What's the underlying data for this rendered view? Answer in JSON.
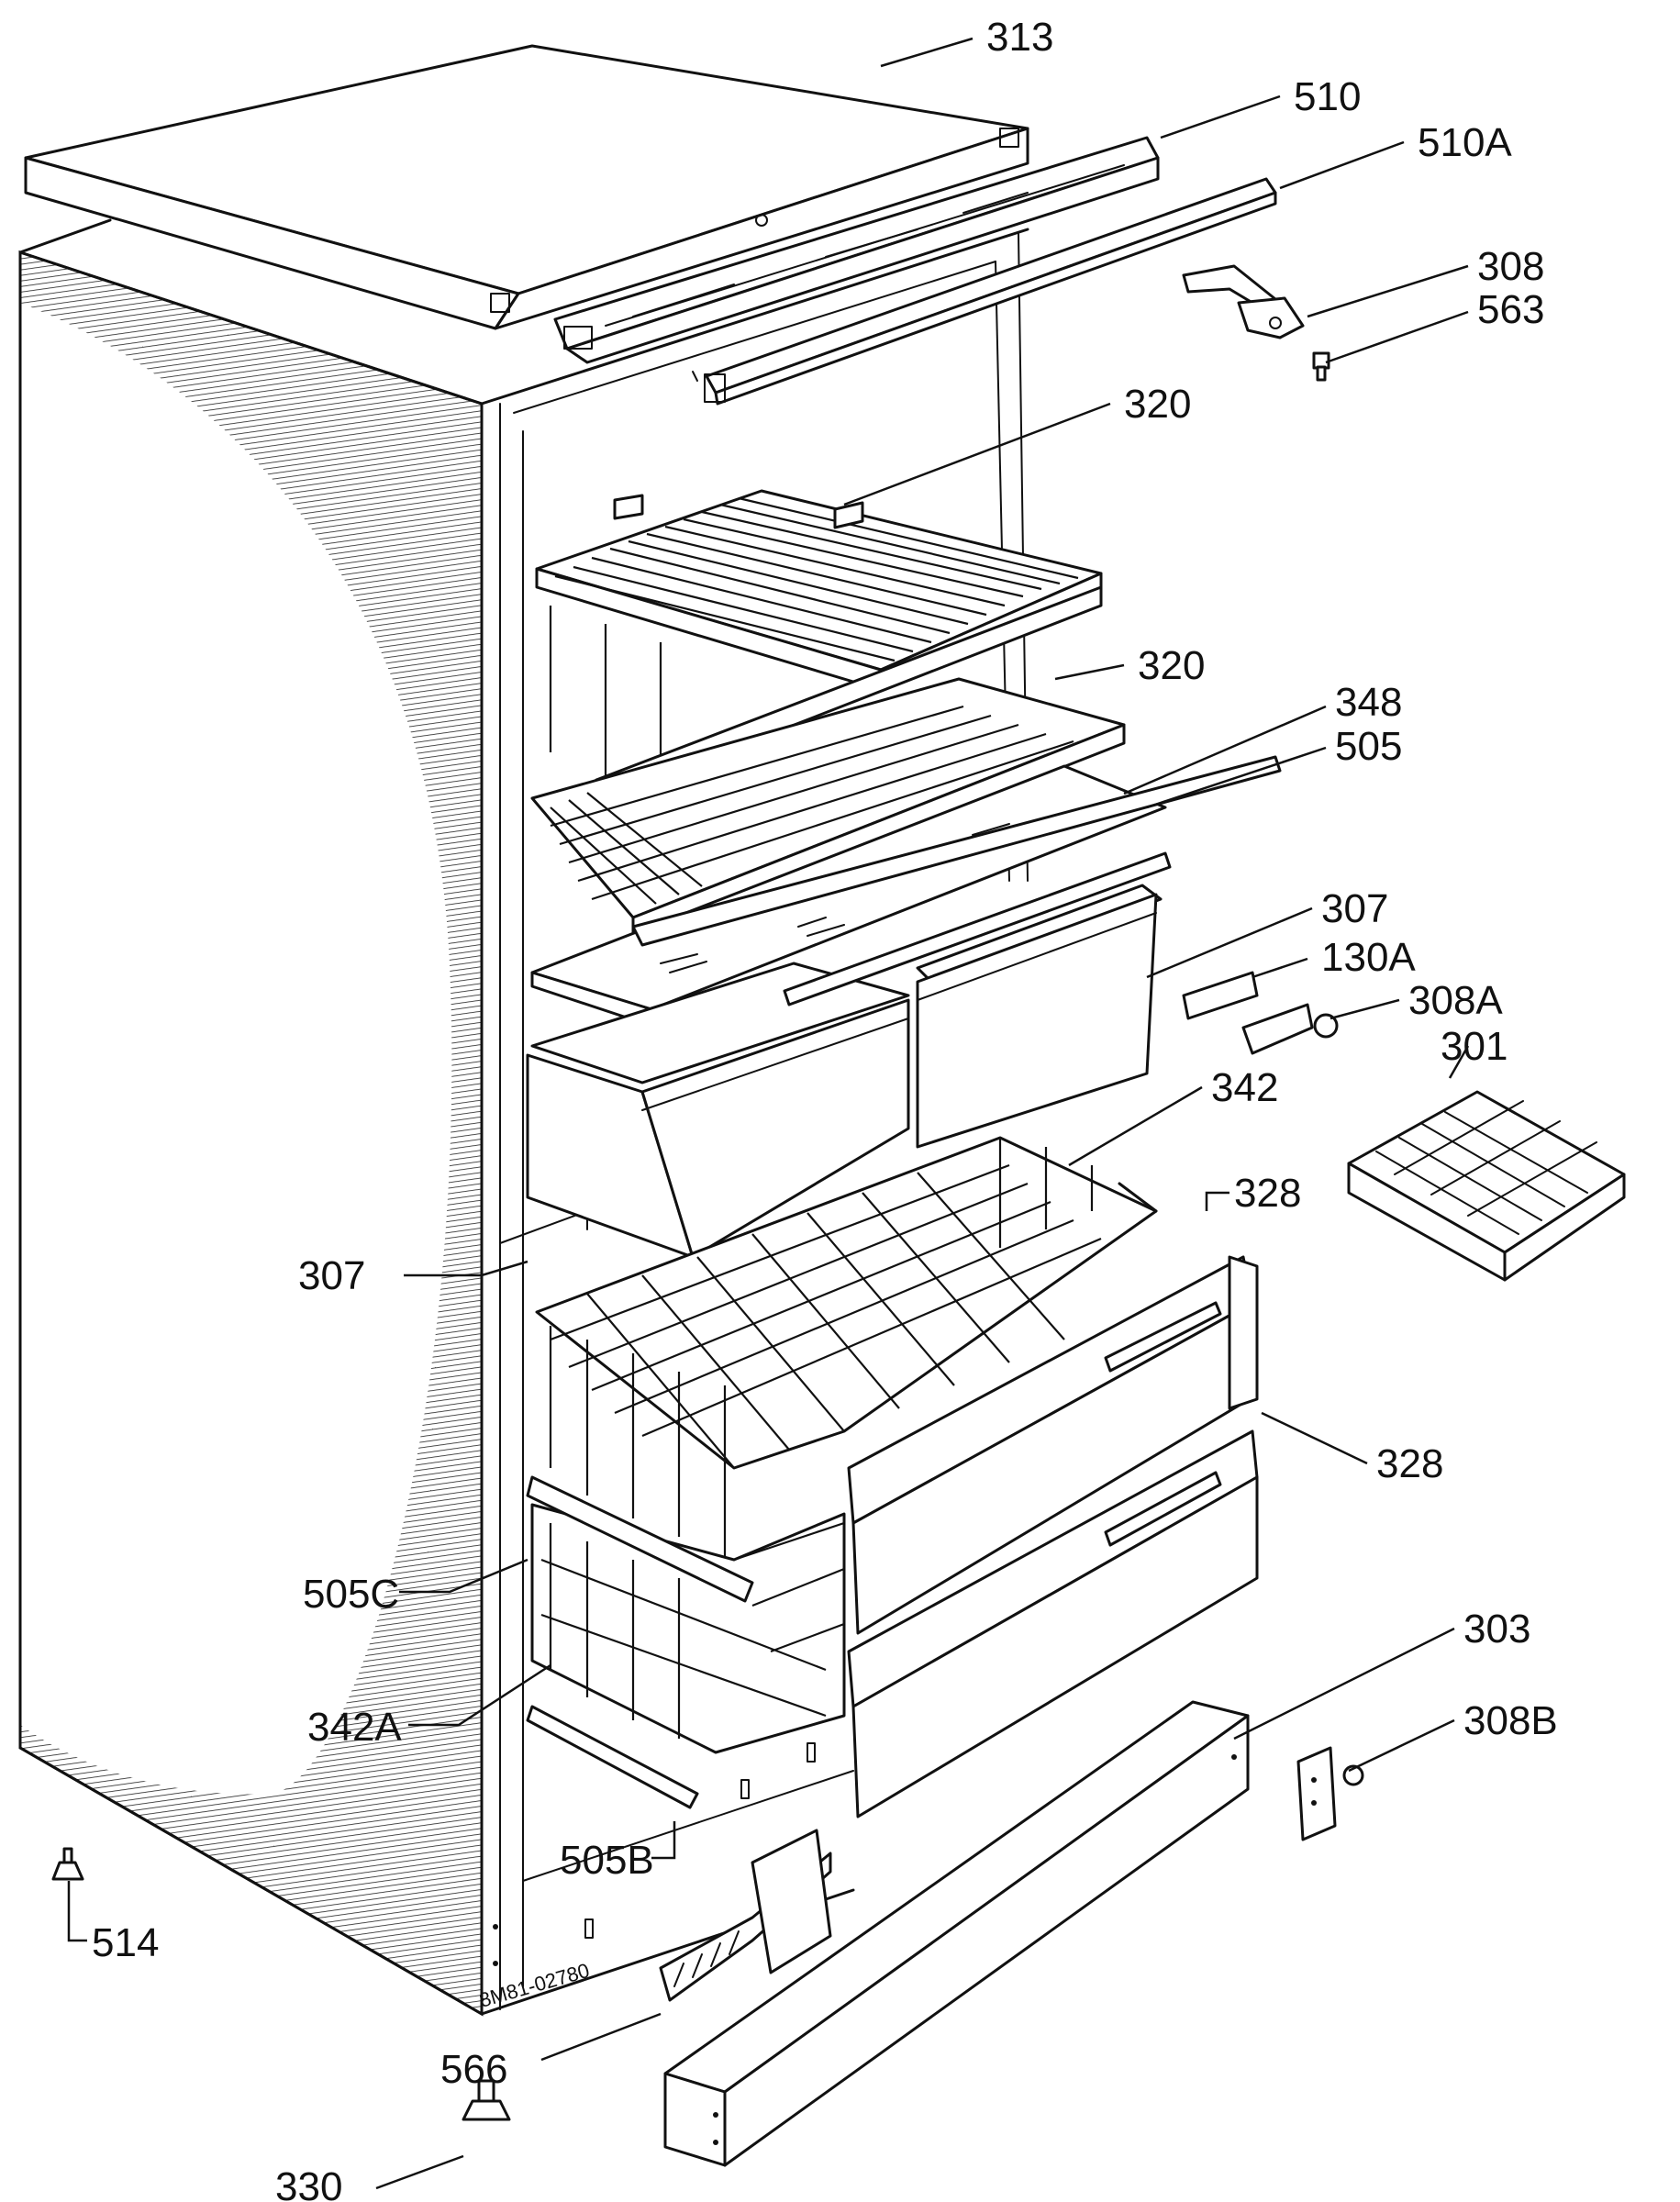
{
  "labels": {
    "l313": "313",
    "l510": "510",
    "l510a": "510A",
    "l308": "308",
    "l563": "563",
    "l320a": "320",
    "l320b": "320",
    "l348": "348",
    "l505": "505",
    "l307a": "307",
    "l130a": "130A",
    "l308a": "308A",
    "l301": "301",
    "l342": "342",
    "l328a": "328",
    "l307b": "307",
    "l328b": "328",
    "l505c": "505C",
    "l303": "303",
    "l308b": "308B",
    "l342a": "342A",
    "l505b": "505B",
    "l514": "514",
    "l566": "566",
    "l330": "330"
  },
  "drawing_code": "8M81-02780"
}
